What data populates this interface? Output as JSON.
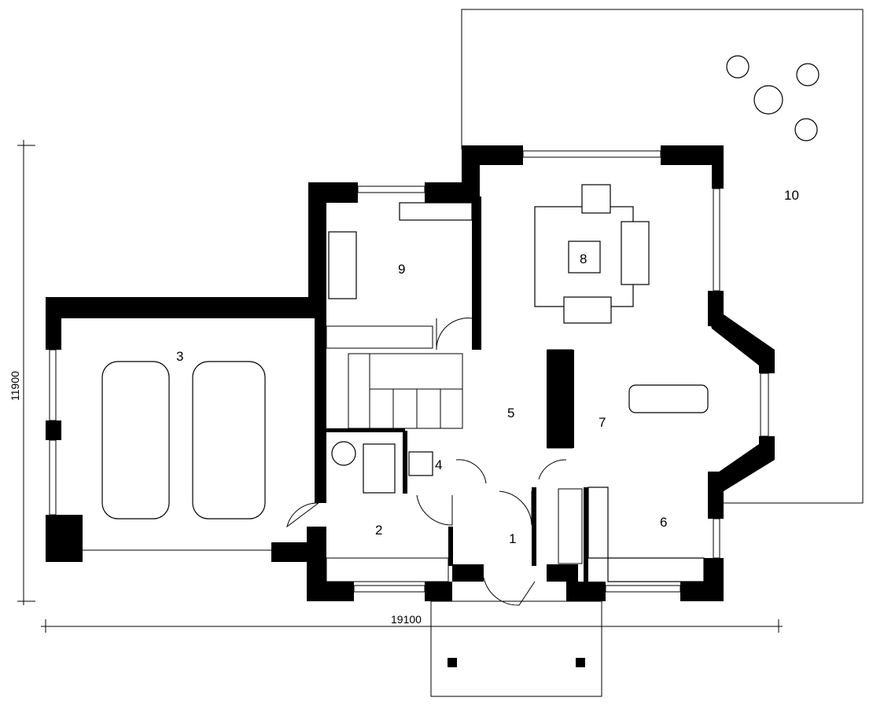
{
  "plan": {
    "rooms": [
      {
        "id": "1",
        "label": "1"
      },
      {
        "id": "2",
        "label": "2"
      },
      {
        "id": "3",
        "label": "3"
      },
      {
        "id": "4",
        "label": "4"
      },
      {
        "id": "5",
        "label": "5"
      },
      {
        "id": "6",
        "label": "6"
      },
      {
        "id": "7",
        "label": "7"
      },
      {
        "id": "8",
        "label": "8"
      },
      {
        "id": "9",
        "label": "9"
      },
      {
        "id": "10",
        "label": "10"
      }
    ],
    "dimensions": {
      "height": "11900",
      "width": "19100"
    },
    "colors": {
      "line": "#000000",
      "background": "#ffffff"
    }
  }
}
